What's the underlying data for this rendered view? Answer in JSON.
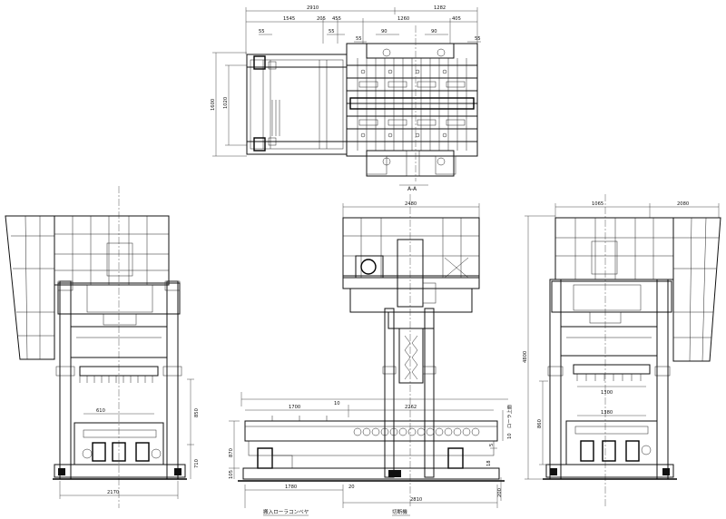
{
  "top_view": {
    "section_label": "A-A",
    "dims": {
      "overall_width": "2910",
      "right_width": "1282",
      "left_span": "1545",
      "mid_a": "205",
      "mid_b": "455",
      "center_span": "1260",
      "right_span": "405",
      "offset_left_55": "55",
      "offset_mid_55": "55",
      "offset_mid2_55": "55",
      "offset_right_55": "55",
      "pitch_left_90": "90",
      "pitch_right_90": "90",
      "height_outer": "1600",
      "height_inner": "1020"
    }
  },
  "front_left": {
    "dims": {
      "bottom_width": "2170",
      "table_610": "610",
      "height_850": "850",
      "height_710": "710",
      "height_870": "870",
      "height_105": "105"
    }
  },
  "front_center": {
    "dims": {
      "top_width": "2480",
      "conveyor_1700": "1700",
      "conveyor_2262": "2262",
      "gap_10": "10",
      "gap_5": "5",
      "gap_10b": "10",
      "bottom_1780": "1780",
      "bottom_20": "20",
      "bottom_2810": "2810",
      "bottom_18": "18",
      "side_200": "200",
      "stroke_label": "ローラ上面"
    },
    "captions": {
      "conveyor": "搬入ローラコンベヤ",
      "cutter": "切断機"
    }
  },
  "side_right": {
    "dims": {
      "top_left": "1065",
      "top_right": "2080",
      "total_height": "4800",
      "table_1300": "1300",
      "base_1380": "1380",
      "height_860": "860"
    }
  }
}
